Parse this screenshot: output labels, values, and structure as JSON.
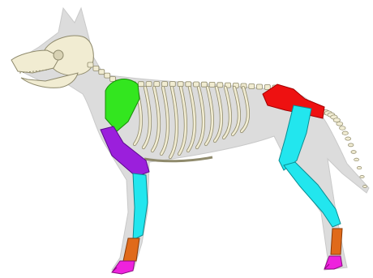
{
  "colors": {
    "background": "#ffffff",
    "silhouette": "#dcdcdc",
    "silhouette_edge": "#c9c9c9",
    "bone": "#f1ecd2",
    "bone_outline": "#8f8a6c",
    "scapula": "#33e61f",
    "humerus": "#9b1fdc",
    "forearm": "#22e6ee",
    "pelvis": "#ee1111",
    "femur": "#22e6ee",
    "tibia": "#22e6ee",
    "carpus": "#e06a1a",
    "tarsus": "#e06a1a",
    "forepaw": "#ee22dd",
    "hindpaw": "#ee22dd"
  },
  "highlighted_bones": [
    "scapula",
    "humerus",
    "radius-ulna",
    "carpus",
    "forepaw",
    "pelvis",
    "femur",
    "tibia-fibula",
    "tarsus",
    "hindpaw"
  ]
}
